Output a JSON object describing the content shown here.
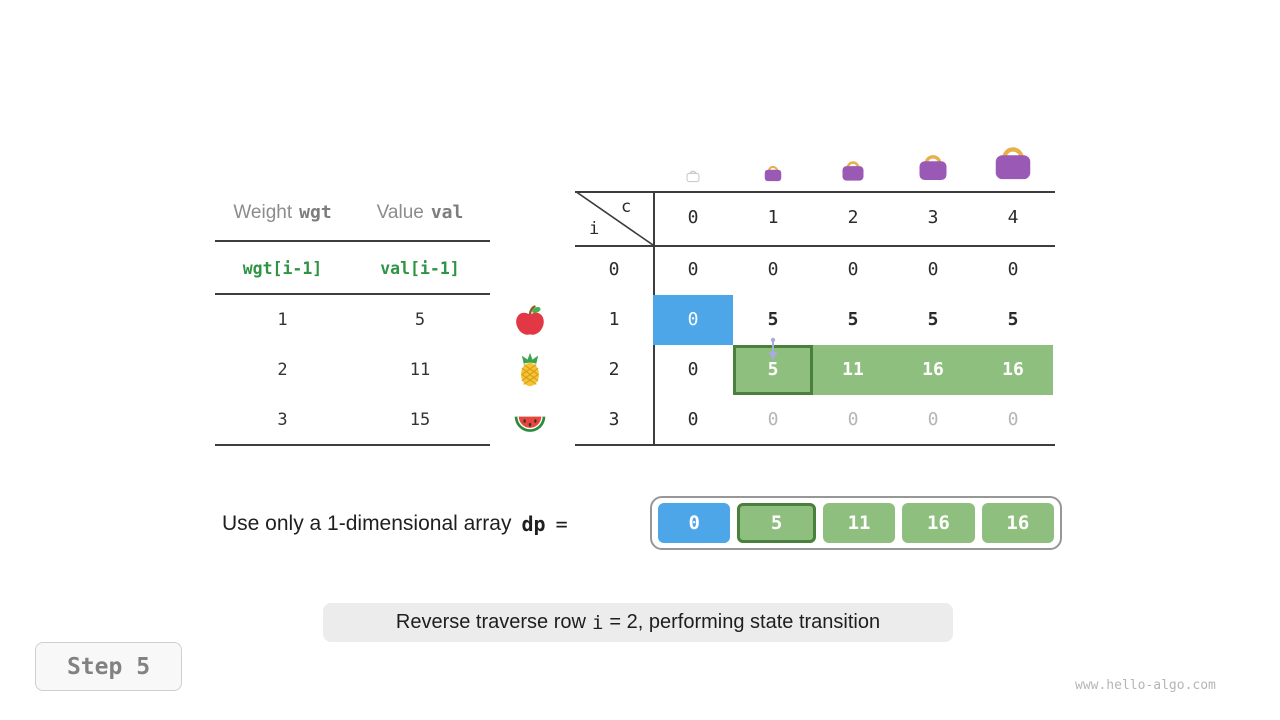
{
  "colors": {
    "accent-blue": "#4da6e8",
    "accent-green": "#8fbf7f",
    "green-border": "#49803c",
    "code-green": "#2e9444"
  },
  "weights_table": {
    "col1_title": "Weight",
    "col1_code": "wgt",
    "col2_title": "Value",
    "col2_code": "val",
    "formula": {
      "weight": "wgt[i-1]",
      "value": "val[i-1]"
    },
    "rows": [
      {
        "weight": "1",
        "value": "5"
      },
      {
        "weight": "2",
        "value": "11"
      },
      {
        "weight": "3",
        "value": "15"
      }
    ]
  },
  "dp_table": {
    "corner": {
      "col": "c",
      "row": "i"
    },
    "col_headers": [
      "0",
      "1",
      "2",
      "3",
      "4"
    ],
    "row_headers": [
      "0",
      "1",
      "2",
      "3"
    ],
    "values": [
      [
        "0",
        "0",
        "0",
        "0",
        "0"
      ],
      [
        "0",
        "5",
        "5",
        "5",
        "5"
      ],
      [
        "0",
        "5",
        "11",
        "16",
        "16"
      ],
      [
        "0",
        "0",
        "0",
        "0",
        "0"
      ]
    ]
  },
  "dp_array": {
    "label": "Use only a 1-dimensional array",
    "label_code": "dp",
    "equals": "=",
    "values": [
      "0",
      "5",
      "11",
      "16",
      "16"
    ]
  },
  "status": {
    "before": "Reverse traverse row",
    "code": "i",
    "after": "= 2, performing state transition"
  },
  "step": {
    "label": "Step 5"
  },
  "watermark": "www.hello-algo.com",
  "icons": {
    "bags": [
      "bag-empty-icon",
      "bag-small-icon",
      "bag-medium-icon",
      "bag-large-icon",
      "bag-xlarge-icon"
    ],
    "row_items": [
      "apple-icon",
      "pineapple-icon",
      "watermelon-icon"
    ],
    "arrow": "transition-arrow-icon"
  }
}
